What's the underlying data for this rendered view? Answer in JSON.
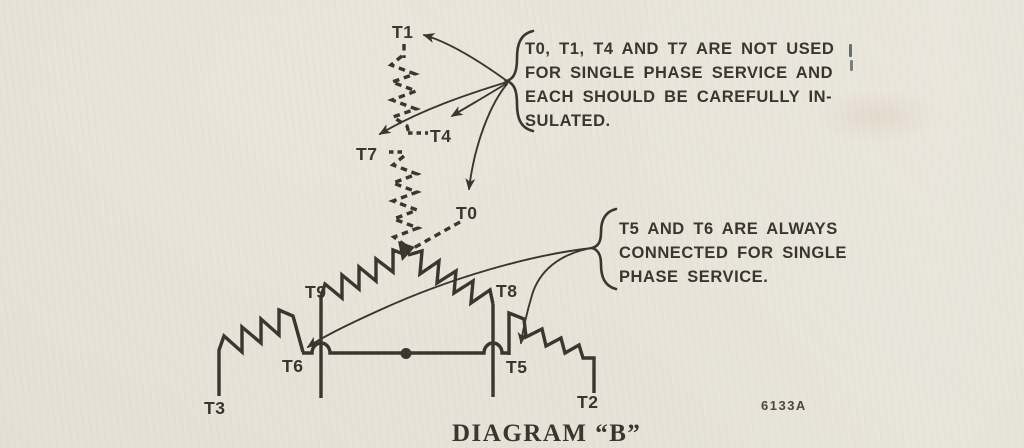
{
  "figure": {
    "caption": "DIAGRAM “B”",
    "figure_number": "6133A"
  },
  "terminals": {
    "t0": "T0",
    "t1": "T1",
    "t2": "T2",
    "t3": "T3",
    "t4": "T4",
    "t5": "T5",
    "t6": "T6",
    "t7": "T7",
    "t8": "T8",
    "t9": "T9"
  },
  "annotations": [
    {
      "id": "not-used-note",
      "lines": [
        "T0, T1, T4 AND T7 ARE NOT USED",
        "FOR SINGLE PHASE SERVICE AND",
        "EACH SHOULD BE CAREFULLY IN-",
        "SULATED."
      ]
    },
    {
      "id": "always-connected-note",
      "lines": [
        "T5 AND T6 ARE ALWAYS",
        "CONNECTED FOR SINGLE",
        "PHASE SERVICE."
      ]
    }
  ],
  "colors": {
    "paper": "#e9e5da",
    "ink": "#37332d",
    "ink_soft": "#4b463d"
  }
}
